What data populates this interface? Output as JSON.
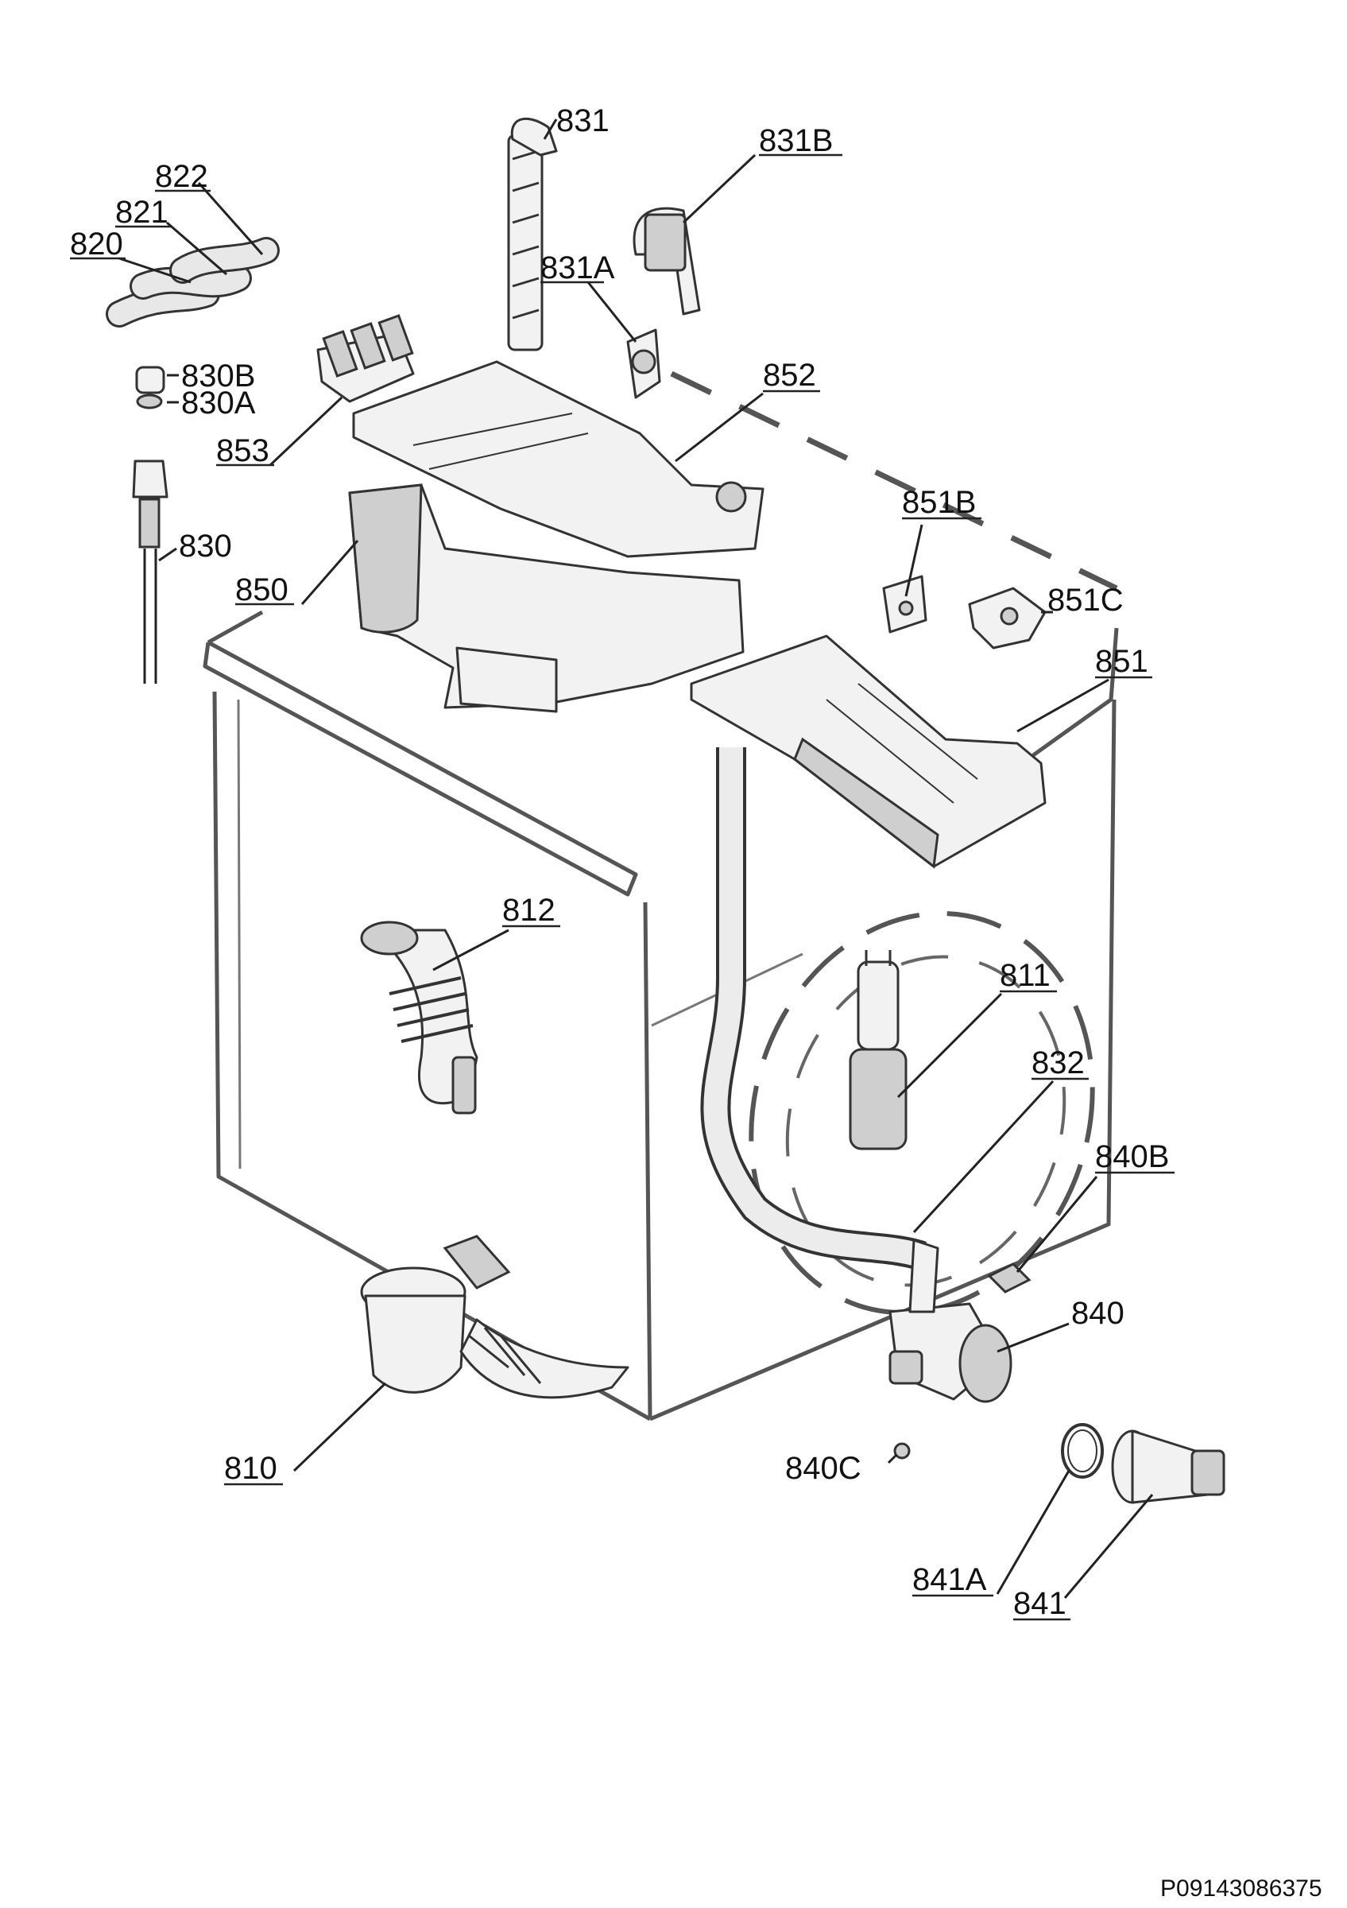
{
  "labels": {
    "p831": "831",
    "p831B": "831B",
    "p822": "822",
    "p821": "821",
    "p820": "820",
    "p831A": "831A",
    "p830B": "830B",
    "p830A": "830A",
    "p852": "852",
    "p853": "853",
    "p851B": "851B",
    "p830": "830",
    "p850": "850",
    "p851C": "851C",
    "p851": "851",
    "p812": "812",
    "p811": "811",
    "p832": "832",
    "p840B": "840B",
    "p840": "840",
    "p810": "810",
    "p840C": "840C",
    "p841A": "841A",
    "p841": "841"
  },
  "drawing_code": "P09143086375"
}
